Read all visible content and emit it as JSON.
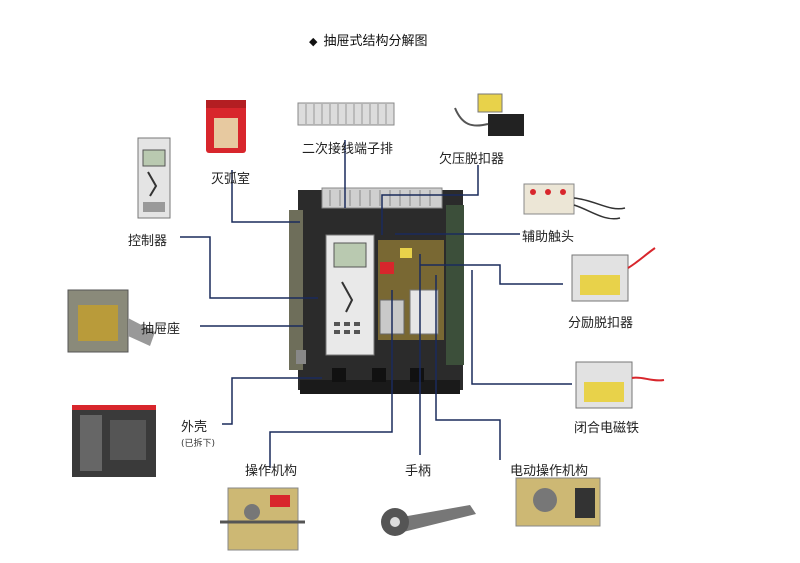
{
  "title": "抽屉式结构分解图",
  "components": {
    "terminal_block": "二次接线端子排",
    "undervoltage_release": "欠压脱扣器",
    "arc_chute": "灭弧室",
    "controller": "控制器",
    "auxiliary_contact": "辅助触头",
    "drawer_base": "抽屉座",
    "shunt_release": "分励脱扣器",
    "housing": "外壳",
    "housing_note": "(已拆下)",
    "closing_magnet": "闭合电磁铁",
    "operating_mechanism": "操作机构",
    "handle": "手柄",
    "motor_mechanism": "电动操作机构"
  },
  "icons": {
    "bullet": "◆"
  },
  "colors": {
    "leader_line": "#1a2b5c",
    "label_text": "#222222",
    "warning_label": "#e8d24a",
    "arc_chute_red": "#d8262c"
  }
}
